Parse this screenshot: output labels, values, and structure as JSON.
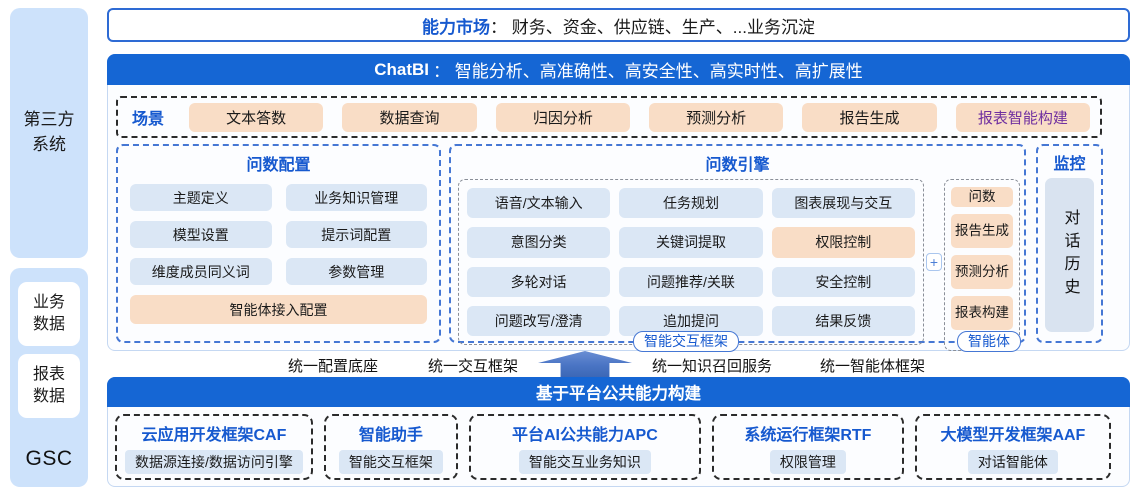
{
  "colors": {
    "primary_blue": "#1566d4",
    "title_blue": "#1659cf",
    "peach": "#f9ddc6",
    "light_blue_item": "#dbe7f5",
    "sidebar_blue": "#cde2fb",
    "purple": "#7030a0"
  },
  "sidebar": {
    "third_party_label": "第三方系统",
    "data_items": [
      "业务数据",
      "报表数据"
    ],
    "gsc_label": "GSC"
  },
  "ability_bar": {
    "label": "能力市场",
    "text": "： 财务、资金、供应链、生产、...业务沉淀"
  },
  "chatbi_bar": {
    "brand": "ChatBI",
    "text": "： 智能分析、高准确性、高安全性、高实时性、高扩展性"
  },
  "scene": {
    "label": "场景",
    "buttons": [
      "文本答数",
      "数据查询",
      "归因分析",
      "预测分析",
      "报告生成",
      "报表智能构建"
    ]
  },
  "config_panel": {
    "title": "问数配置",
    "items": [
      "主题定义",
      "业务知识管理",
      "模型设置",
      "提示词配置",
      "维度成员同义词",
      "参数管理",
      "智能体接入配置"
    ]
  },
  "engine_panel": {
    "title": "问数引擎",
    "frame_label": "智能交互框架",
    "plus": "+",
    "items": [
      "语音/文本输入",
      "任务规划",
      "图表展现与交互",
      "意图分类",
      "关键词提取",
      "权限控制",
      "多轮对话",
      "问题推荐/关联",
      "安全控制",
      "问题改写/澄清",
      "追加提问",
      "结果反馈"
    ]
  },
  "agent_panel": {
    "label": "智能体",
    "items": [
      "问数",
      "报告生成",
      "预测分析",
      "报表构建"
    ]
  },
  "monitor_panel": {
    "title": "监控",
    "item": "对话历史"
  },
  "foundation": {
    "labels": [
      "统一配置底座",
      "统一交互框架",
      "统一知识召回服务",
      "统一智能体框架"
    ]
  },
  "platform": {
    "header": "基于平台公共能力构建",
    "boxes": [
      {
        "title": "云应用开发框架CAF",
        "subtitle": "数据源连接/数据访问引擎"
      },
      {
        "title": "智能助手",
        "subtitle": "智能交互框架"
      },
      {
        "title": "平台AI公共能力APC",
        "subtitle": "智能交互业务知识"
      },
      {
        "title": "系统运行框架RTF",
        "subtitle": "权限管理"
      },
      {
        "title": "大模型开发框架AAF",
        "subtitle": "对话智能体"
      }
    ]
  }
}
